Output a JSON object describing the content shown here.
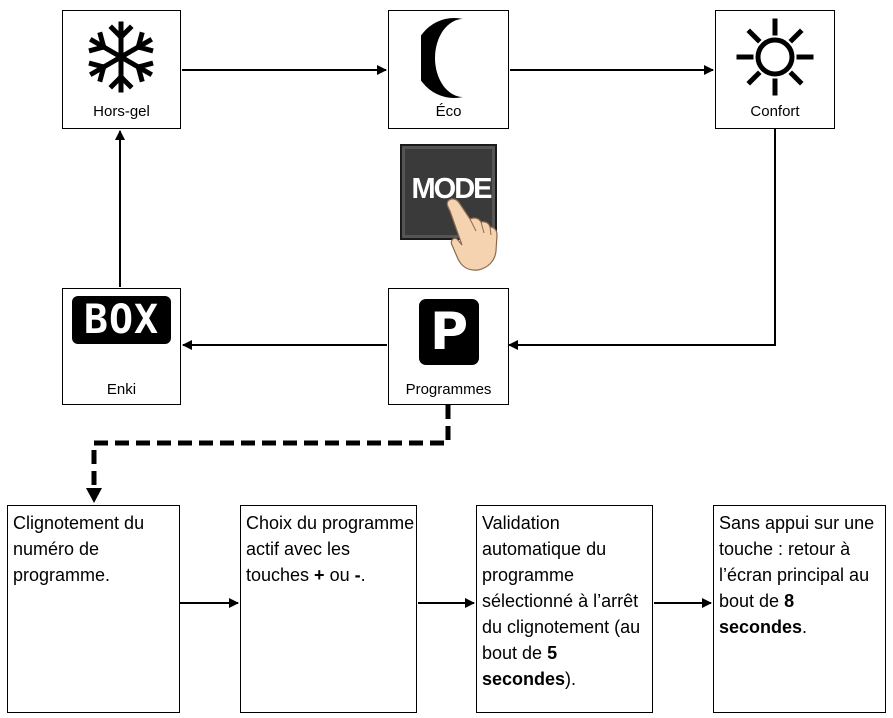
{
  "modes": {
    "hors_gel": "Hors-gel",
    "eco": "Éco",
    "confort": "Confort",
    "programmes": "Programmes",
    "enki": "Enki"
  },
  "icons": {
    "box_text": "BOX",
    "p_text": "P",
    "mode_button_text": "MODE"
  },
  "steps": [
    {
      "text": "Clignotement du numéro de programme."
    },
    {
      "pre": "Choix du programme actif avec les touches ",
      "b1": "+",
      "mid": " ou ",
      "b2": "-",
      "post": "."
    },
    {
      "pre": "Validation automatique du programme sélectionné à l’arrêt du clignotement (au bout de ",
      "b1": "5 secondes",
      "post": ")."
    },
    {
      "pre": "Sans appui sur une touche : retour à l’écran principal au bout de ",
      "b1": "8 secondes",
      "post": "."
    }
  ]
}
